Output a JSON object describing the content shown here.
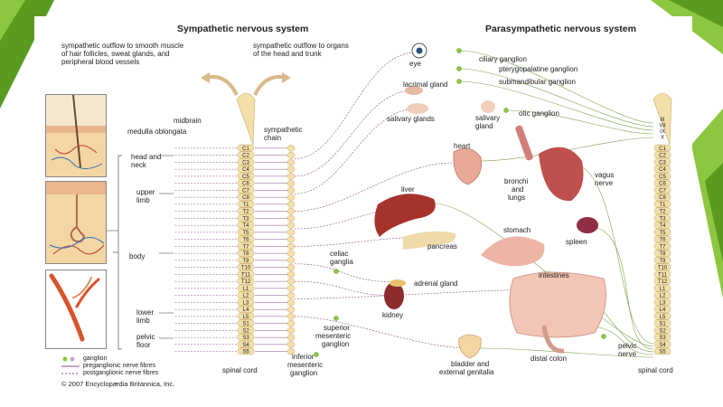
{
  "slide": {
    "accent_color": "#8dc63f",
    "accent_dark": "#5a9a1f"
  },
  "diagram": {
    "titles": {
      "sympathetic": "Sympathetic nervous system",
      "parasympathetic": "Parasympathetic nervous system"
    },
    "annotations": {
      "outflow_smooth_muscle": [
        "sympathetic outflow to smooth muscle",
        "of hair follicles, sweat glands, and",
        "peripheral blood vessels"
      ],
      "outflow_organs": [
        "sympathetic outflow to organs",
        "of the head and trunk"
      ],
      "midbrain": "midbrain",
      "medulla": "medulla oblongata",
      "sympathetic_chain": [
        "sympathetic",
        "chain"
      ],
      "spinal_cord_left": "spinal cord",
      "spinal_cord_right": "spinal cord"
    },
    "body_regions": {
      "head_neck": [
        "head and",
        "neck"
      ],
      "upper_limb": [
        "upper",
        "limb"
      ],
      "body": "body",
      "lower_limb": [
        "lower",
        "limb"
      ],
      "pelvic_floor": [
        "pelvic",
        "floor"
      ]
    },
    "segments": {
      "cervical": [
        "C1",
        "C2",
        "C3",
        "C4",
        "C5",
        "C6",
        "C7",
        "C8"
      ],
      "thoracic": [
        "T1",
        "T2",
        "T3",
        "T4",
        "T5",
        "T6",
        "T7",
        "T8",
        "T9",
        "T10",
        "T11",
        "T12"
      ],
      "lumbar": [
        "L1",
        "L2",
        "L3",
        "L4",
        "L5"
      ],
      "sacral": [
        "S1",
        "S2",
        "S3",
        "S4",
        "S5"
      ],
      "cranial": [
        "III",
        "VII",
        "IX",
        "X"
      ]
    },
    "organs": {
      "eye": "eye",
      "ciliary_ganglion": "ciliary ganglion",
      "pterygopalatine": "pterygopalatine ganglion",
      "lacrimal": "lacrimal gland",
      "submandibular": "submandibular ganglion",
      "salivary_glands": "salivary glands",
      "salivary_gland": [
        "salivary",
        "gland"
      ],
      "otic": "otic ganglion",
      "heart": "heart",
      "bronchi": [
        "bronchi",
        "and",
        "lungs"
      ],
      "vagus": [
        "vagus",
        "nerve"
      ],
      "liver": "liver",
      "celiac": [
        "celiac",
        "ganglia"
      ],
      "pancreas": "pancreas",
      "stomach": "stomach",
      "spleen": "spleen",
      "adrenal": "adrenal gland",
      "intestines": "intestines",
      "kidney": "kidney",
      "superior_mesenteric": [
        "superior",
        "mesenteric",
        "ganglion"
      ],
      "inferior_mesenteric": [
        "inferior",
        "mesenteric",
        "ganglion"
      ],
      "bladder": [
        "bladder and",
        "external genitalia"
      ],
      "distal_colon": "distal colon",
      "pelvic_nerve": [
        "pelvic",
        "nerve"
      ]
    },
    "legend": {
      "ganglion": "ganglion",
      "pre": "preganglionic nerve fibres",
      "post": "postganglionic nerve fibres"
    },
    "copyright": "© 2007 Encyclopædia Britannica, Inc."
  }
}
